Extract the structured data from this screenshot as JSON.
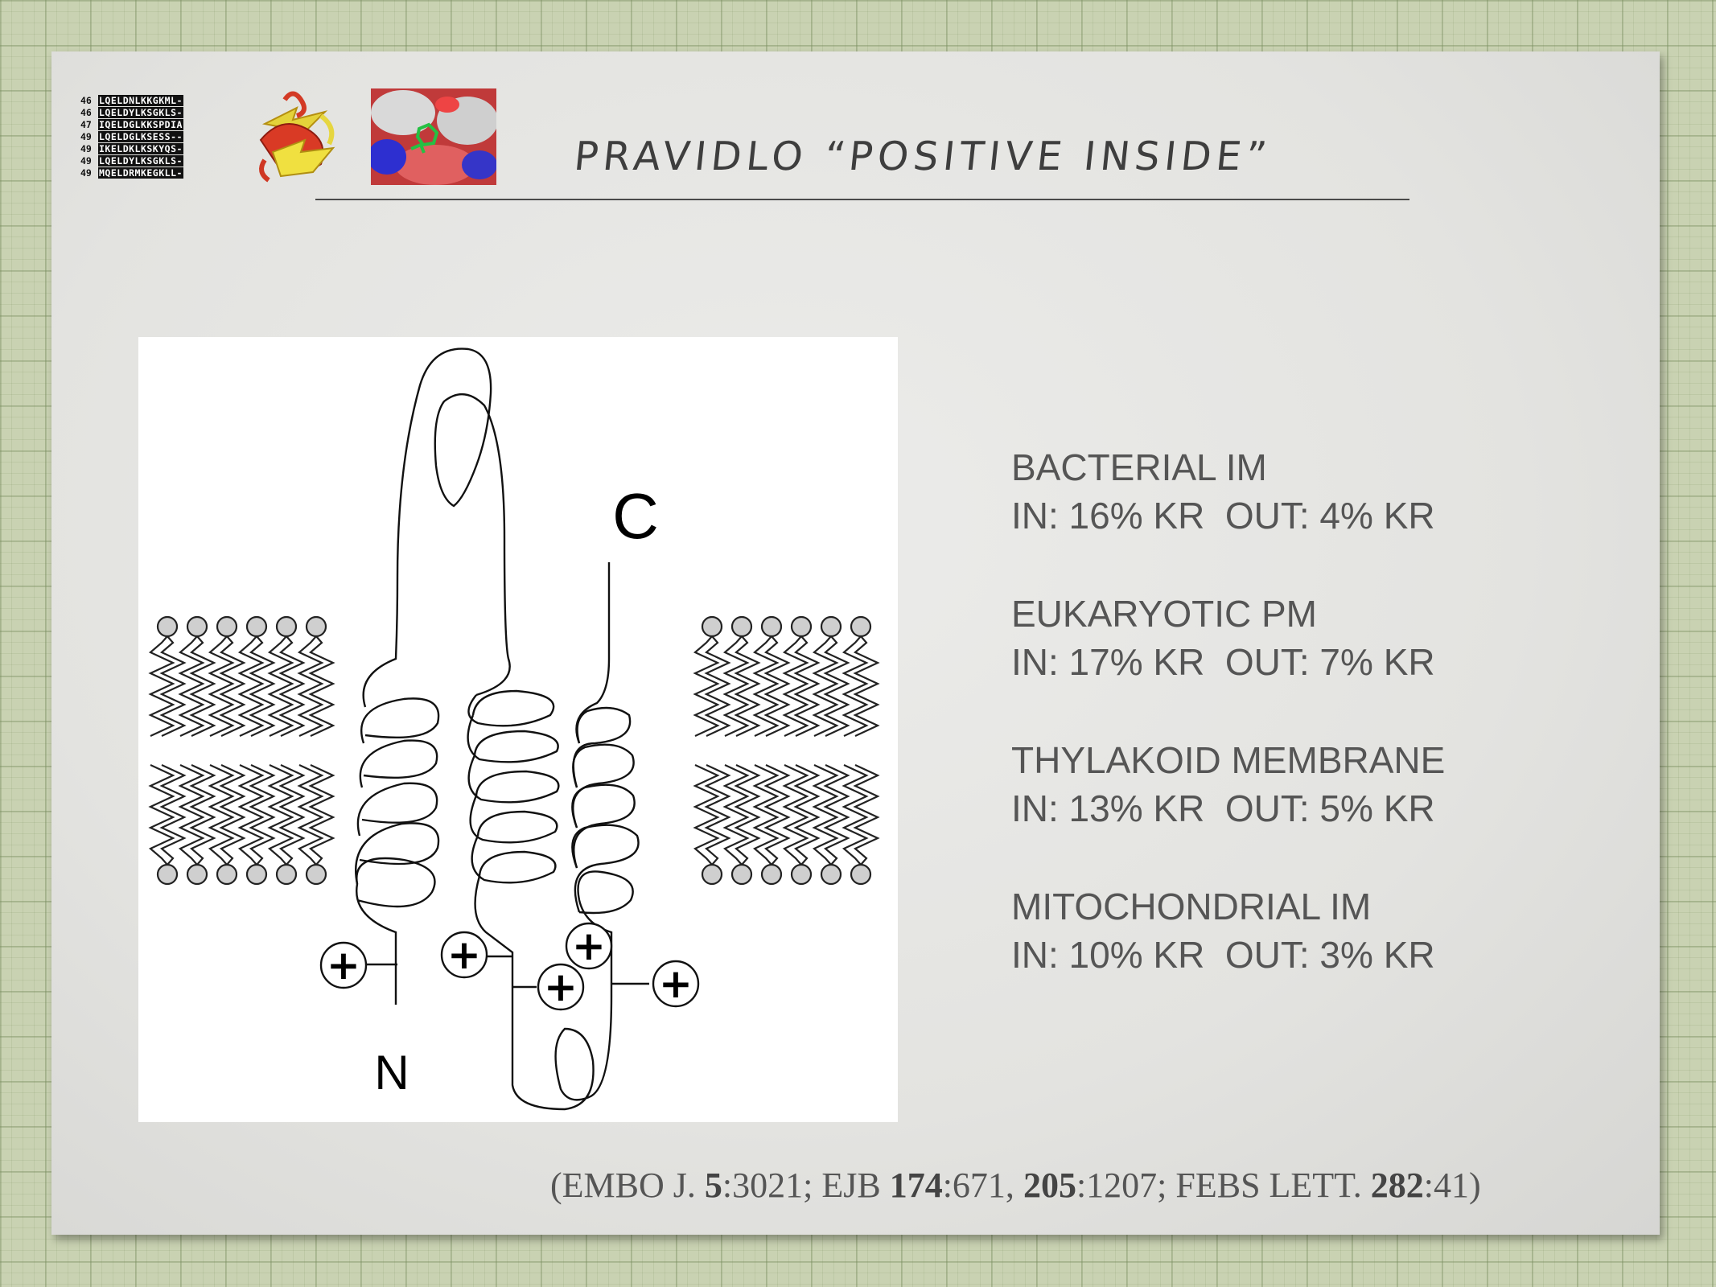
{
  "title": "PRAVIDLO “POSITIVE INSIDE”",
  "alignment": {
    "rows": [
      {
        "num": "46",
        "seq": "LQELDNLKKGKML-"
      },
      {
        "num": "46",
        "seq": "LQELDYLKSGKLS-"
      },
      {
        "num": "47",
        "seq": "IQELDGLKKSPDIA"
      },
      {
        "num": "49",
        "seq": "LQELDGLKSESS--"
      },
      {
        "num": "49",
        "seq": "IKELDKLKSKYQS-"
      },
      {
        "num": "49",
        "seq": "LQELDYLKSGKLS-"
      },
      {
        "num": "49",
        "seq": "MQELDRMKEGKLL-"
      }
    ]
  },
  "diagram": {
    "c_label": "C",
    "n_label": "N",
    "plus": "+"
  },
  "stats": [
    {
      "heading": "BACTERIAL IM",
      "values": "IN: 16% KR  OUT: 4% KR"
    },
    {
      "heading": "EUKARYOTIC PM",
      "values": "IN: 17% KR  OUT: 7% KR"
    },
    {
      "heading": "THYLAKOID MEMBRANE",
      "values": "IN: 13% KR  OUT: 5% KR"
    },
    {
      "heading": "MITOCHONDRIAL IM",
      "values": "IN: 10% KR  OUT: 3% KR"
    }
  ],
  "references": {
    "open": "(EMBO J. ",
    "v1": "5",
    "p1": ":3021; EJB ",
    "v2": "174",
    "p2": ":671, ",
    "v3": "205",
    "p3": ":1207; FEBS LETT. ",
    "v4": "282",
    "p4": ":41)"
  }
}
